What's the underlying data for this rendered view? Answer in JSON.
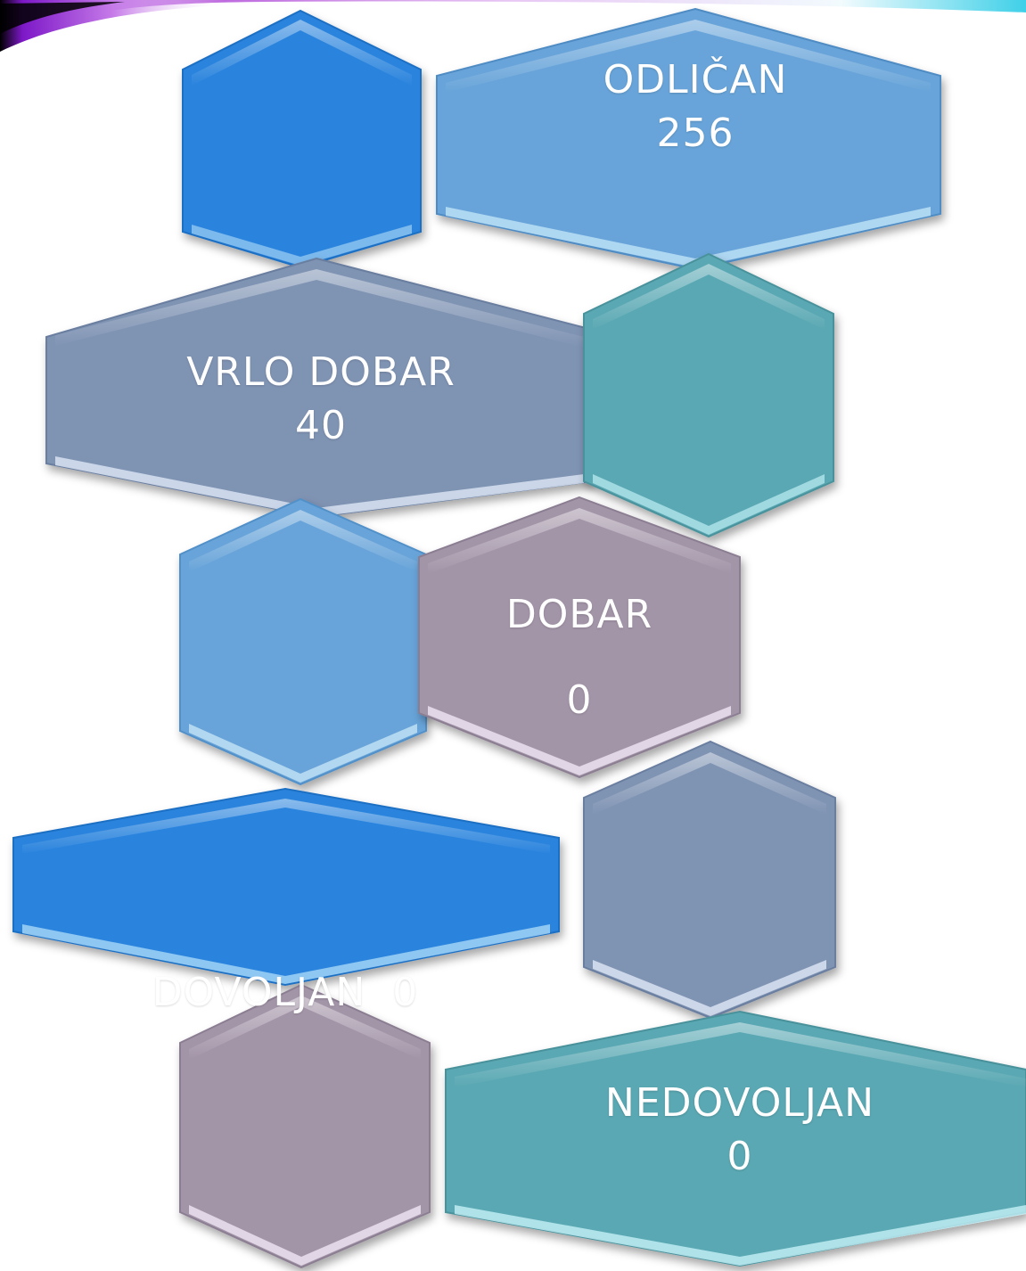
{
  "colors": {
    "blue_dark": "#2b84dd",
    "blue_light": "#68a4d9",
    "slate": "#7f93b3",
    "teal": "#5aa8b3",
    "mauve": "#a395a8",
    "ribbon_purple": "#b04ad8",
    "ribbon_cyan": "#3fd0e8",
    "text": "#ffffff"
  },
  "grades": [
    {
      "name": "ODLIČAN",
      "count": "256"
    },
    {
      "name": "VRLO DOBAR",
      "count": "40"
    },
    {
      "name": "DOBAR",
      "count": "0"
    },
    {
      "name": "DOVOLJAN  0"
    },
    {
      "name": "NEDOVOLJAN",
      "count": "0"
    }
  ]
}
